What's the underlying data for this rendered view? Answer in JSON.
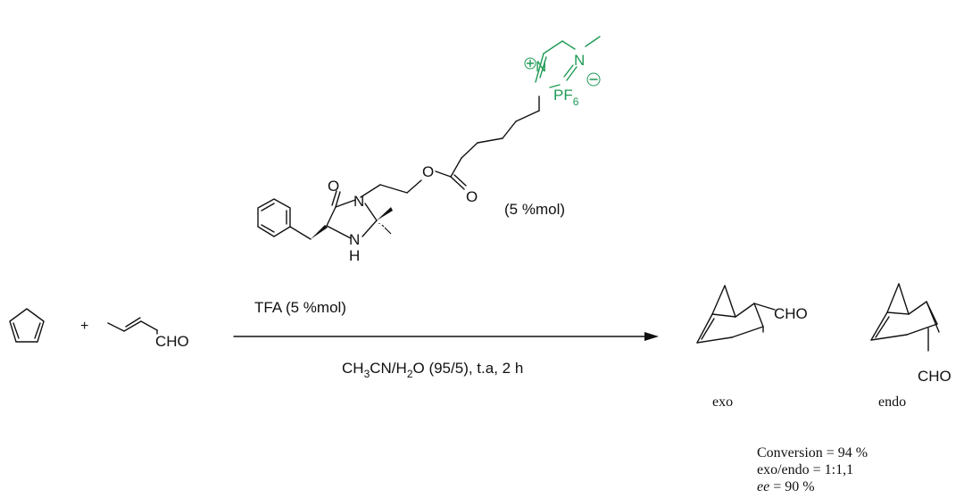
{
  "catalyst": {
    "atoms": {
      "o_ketone": "O",
      "n_amide": "N",
      "nh": "N",
      "h": "H",
      "o_ester": "O",
      "o_carbonyl": "O",
      "n_imid_plus": "N",
      "n_imid_methyl": "N"
    },
    "counterion": {
      "pf": "PF",
      "sub": "6"
    },
    "loading": "(5 %mol)"
  },
  "reactants": {
    "plus": "+",
    "aldehyde": "CHO"
  },
  "conditions": {
    "above_arrow": "TFA (5 %mol)",
    "below": {
      "p1": "CH",
      "s1": "3",
      "p2": "CN/H",
      "s2": "2",
      "p3": "O (95/5), t.a, 2 h"
    }
  },
  "products": {
    "exo": {
      "cho": "CHO",
      "label": "exo"
    },
    "endo": {
      "cho": "CHO",
      "label": "endo"
    }
  },
  "results": {
    "conversion": "Conversion = 94 %",
    "ratio": "exo/endo = 1:1,1",
    "ee_symbol": "ee",
    "ee_value": " = 90 %"
  },
  "colors": {
    "ionic_liquid": "#1e9a55",
    "ink": "#111111"
  }
}
